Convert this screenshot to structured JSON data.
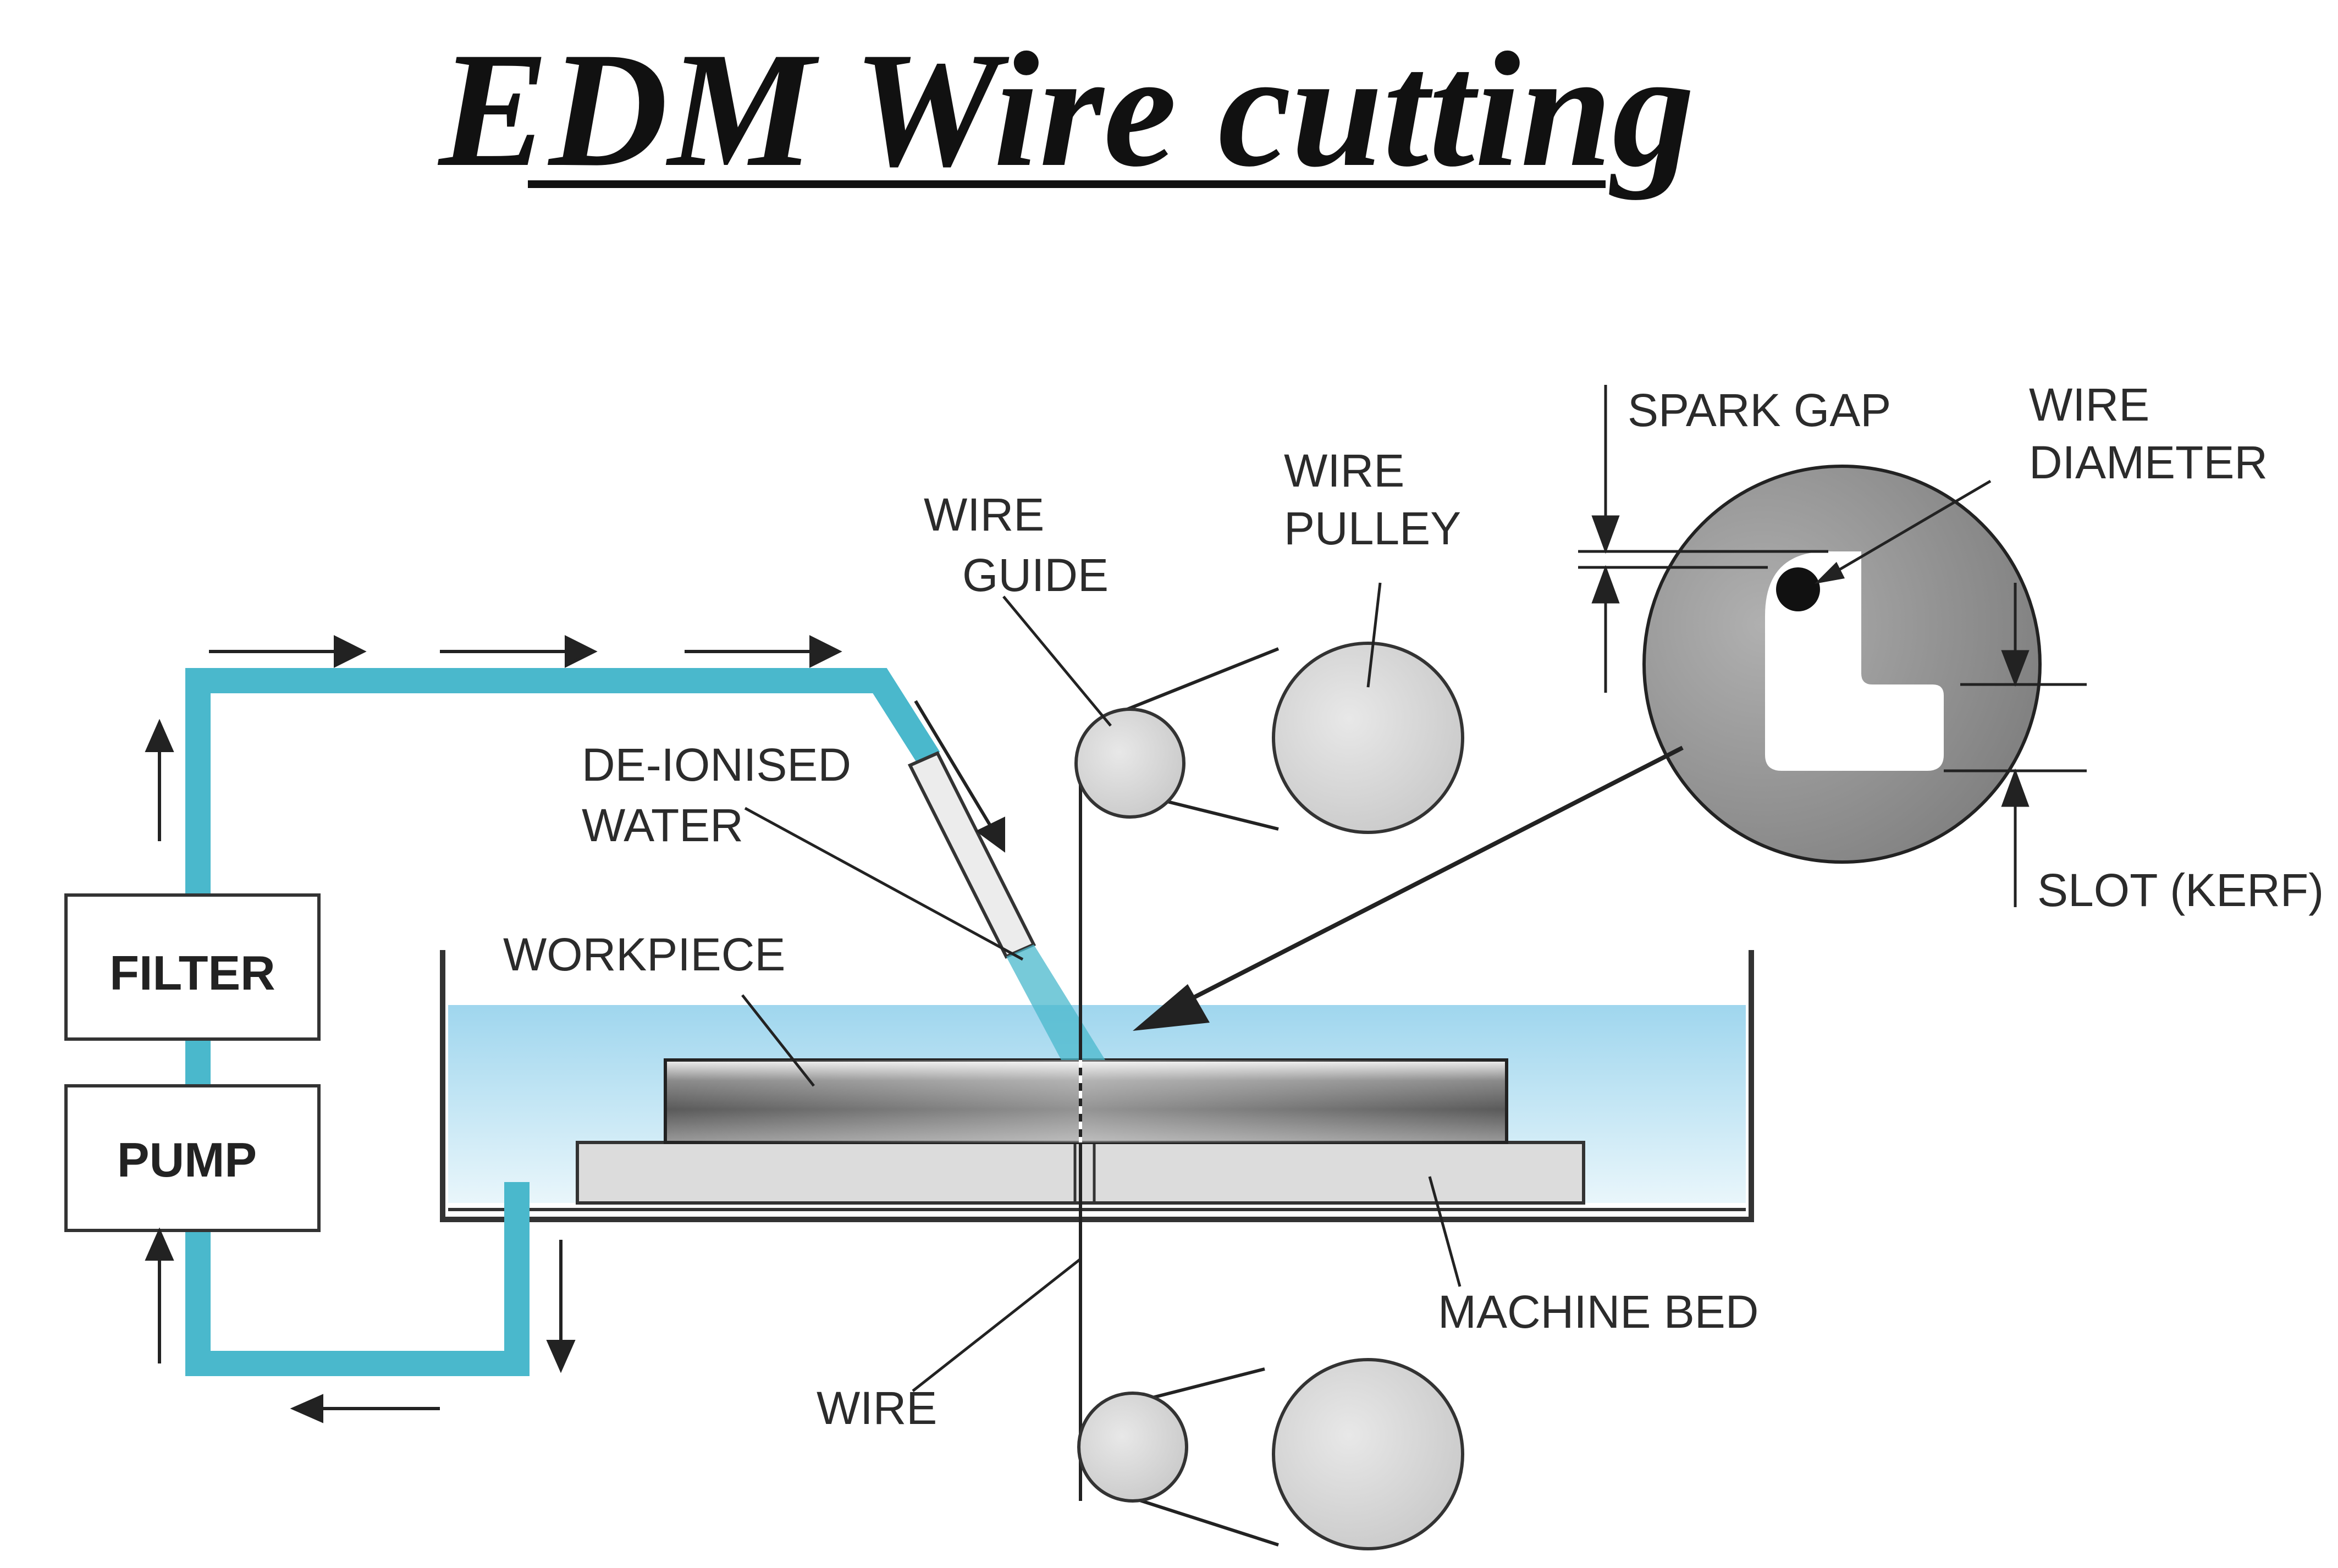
{
  "title": "EDM Wire cutting",
  "labels": {
    "filter": "FILTER",
    "pump": "PUMP",
    "workpiece": "WORKPIECE",
    "deionised_1": "DE-IONISED",
    "deionised_2": "WATER",
    "wire_guide_1": "WIRE",
    "wire_guide_2": "GUIDE",
    "wire_pulley_1": "WIRE",
    "wire_pulley_2": "PULLEY",
    "spark_gap": "SPARK GAP",
    "wire_diameter_1": "WIRE",
    "wire_diameter_2": "DIAMETER",
    "slot_kerf": "SLOT (KERF)",
    "machine_bed": "MACHINE BED",
    "wire": "WIRE"
  },
  "colors": {
    "pipe": "#4ab8cc",
    "water": "#bfe3f2",
    "pulley": "#d4d4d4",
    "workpiece": "#7a7a7a",
    "bed": "#dddddd"
  }
}
